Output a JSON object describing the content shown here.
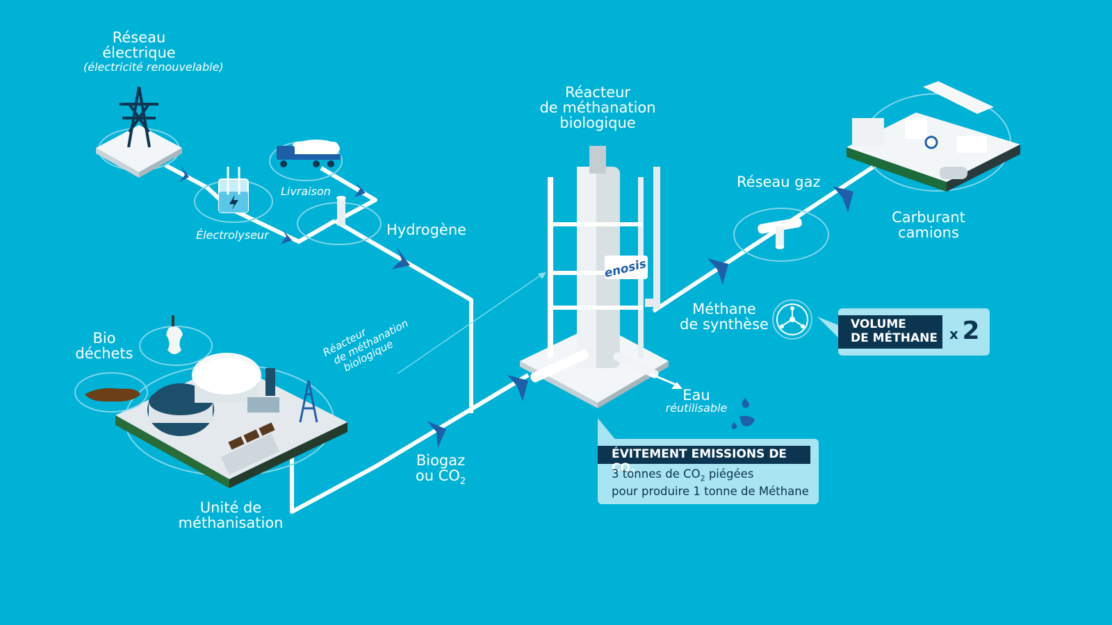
{
  "labels": {
    "reseau_line1": "Réseau",
    "reseau_line2": "électrique",
    "reseau_sub": "(électricité renouvelable)",
    "electrolyseur": "Électrolyseur",
    "livraison": "Livraison",
    "hydrogene": "Hydrogène",
    "reacteur_line1": "Réacteur",
    "reacteur_line2": "de méthanation",
    "reacteur_line3": "biologique",
    "reseau_gaz": "Réseau gaz",
    "carburant_line1": "Carburant",
    "carburant_line2": "camions",
    "methane_line1": "Méthane",
    "methane_line2": "de synthèse",
    "bio_line1": "Bio",
    "bio_line2": "déchets",
    "rot_line1": "Réacteur",
    "rot_line2": "de méthanation",
    "rot_line3": "biologique",
    "biogaz_line1": "Biogaz",
    "biogaz_line2": "ou CO",
    "biogaz_sub": "2",
    "eau": "Eau",
    "eau_sub": "réutilisable",
    "unite_line1": "Unité de",
    "unite_line2": "méthanisation",
    "enosis": "enosis"
  },
  "volume_box": {
    "line1": "VOLUME",
    "line2": "DE MÉTHANE",
    "multiplier_x": "x",
    "multiplier_n": "2"
  },
  "evitement_box": {
    "title_main": "ÉVITEMENT EMISSIONS DE CO",
    "title_sub": "2",
    "line1_a": "3 tonnes de CO",
    "line1_sub": "2",
    "line1_b": " piégées",
    "line2": "pour produire 1 tonne de Méthane"
  },
  "colors": {
    "background": "#00b2d6",
    "dark_navy": "#0b3550",
    "light_callout": "#a8e4f1",
    "pipe": "#ffffff",
    "accent_blue": "#1f5fa8"
  }
}
